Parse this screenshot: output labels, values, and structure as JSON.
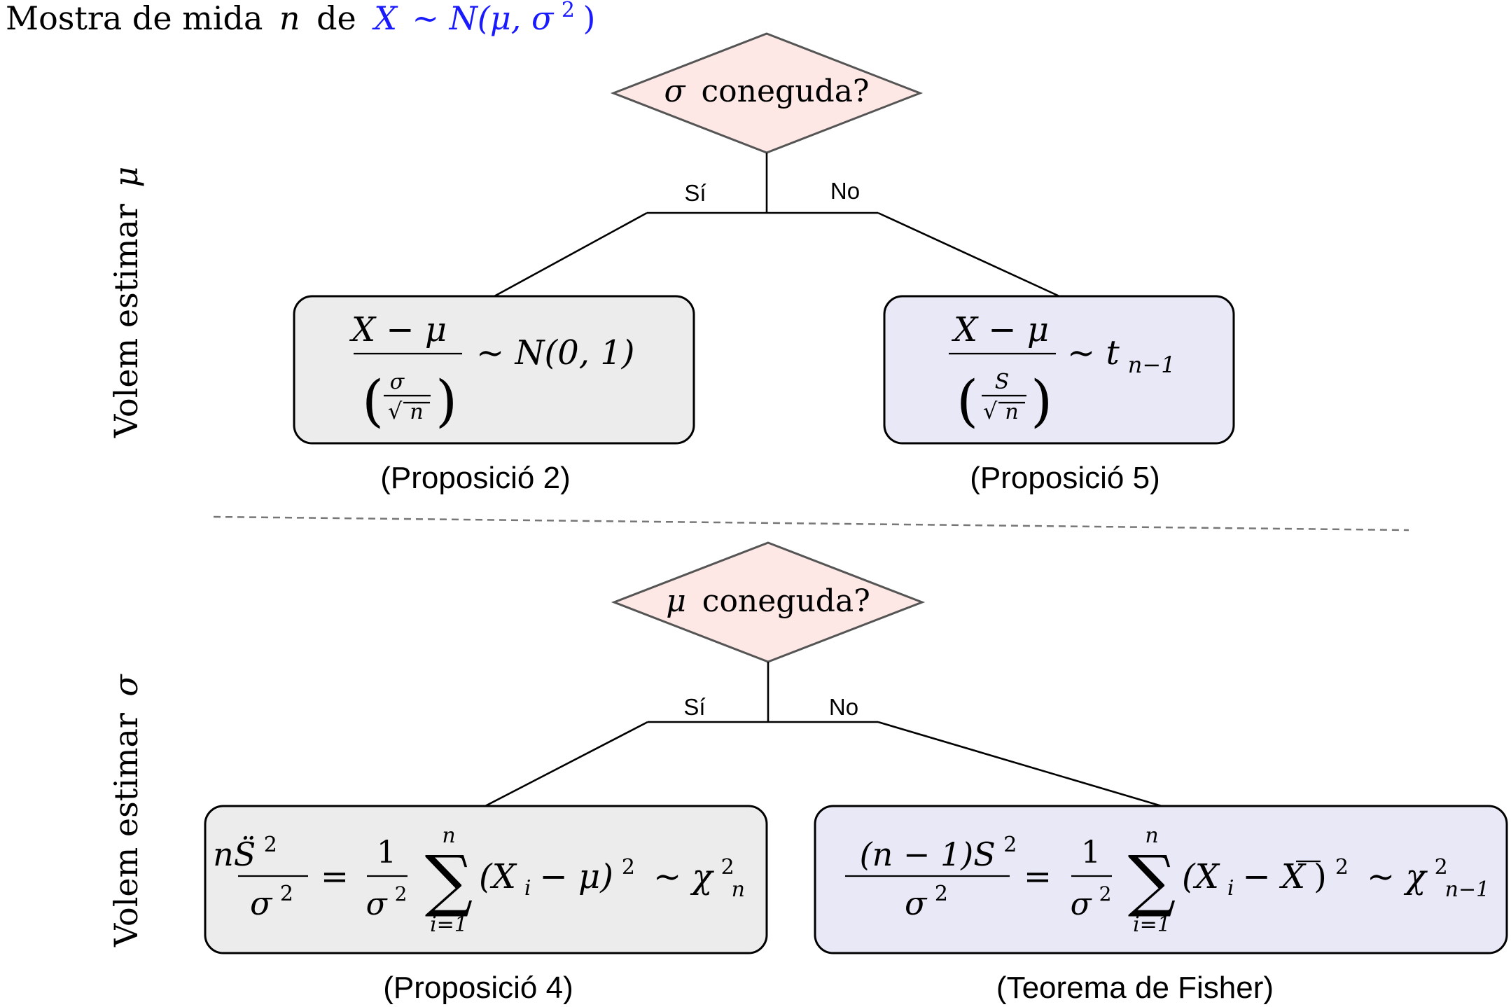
{
  "header": {
    "prefix": "Mostra de mida",
    "n": "n",
    "de": "de",
    "distribution_X": "X",
    "distribution_rest": "∼ N(μ, σ",
    "distribution_exp": "2",
    "distribution_close": ")"
  },
  "section_mu": {
    "side_label_text": "Volem estimar",
    "side_label_symbol": "μ",
    "decision_symbol": "σ",
    "decision_text": "coneguda?",
    "yes_label": "Sí",
    "no_label": "No",
    "left_caption": "(Proposició 2)",
    "right_caption": "(Proposició 5)",
    "left_formula": {
      "numerator": "X − μ",
      "inner_num": "σ",
      "inner_den": "n",
      "rhs": "∼ N(0, 1)"
    },
    "right_formula": {
      "numerator": "X − μ",
      "inner_num": "S",
      "inner_den": "n",
      "rhs": "∼ t",
      "rhs_sub": "n−1"
    }
  },
  "section_sigma": {
    "side_label_text": "Volem estimar",
    "side_label_symbol": "σ",
    "decision_symbol": "μ",
    "decision_text": "coneguda?",
    "yes_label": "Sí",
    "no_label": "No",
    "left_caption": "(Proposició 4)",
    "right_caption": "(Teorema de Fisher)",
    "left_formula": {
      "lhs_num": "nS̈",
      "lhs_num_exp": "2",
      "lhs_den": "σ",
      "lhs_den_exp": "2",
      "eq": "=",
      "one": "1",
      "sigma_den": "σ",
      "sigma_den_exp": "2",
      "sum_sym": "∑",
      "sum_top": "n",
      "sum_bottom": "i=1",
      "body": "(X",
      "body_sub": "i",
      "body_rest": " − μ)",
      "body_exp": "2",
      "rhs": "∼ χ",
      "rhs_sup": "2",
      "rhs_sub": "n"
    },
    "right_formula": {
      "lhs_num": "(n − 1)S",
      "lhs_num_exp": "2",
      "lhs_den": "σ",
      "lhs_den_exp": "2",
      "eq": "=",
      "one": "1",
      "sigma_den": "σ",
      "sigma_den_exp": "2",
      "sum_sym": "∑",
      "sum_top": "n",
      "sum_bottom": "i=1",
      "body": "(X",
      "body_sub": "i",
      "body_mid": " − ",
      "body_xbar": "X",
      "body_close": ")",
      "body_exp": "2",
      "rhs": "∼ χ",
      "rhs_sup": "2",
      "rhs_sub": "n−1"
    }
  },
  "colors": {
    "accent_blue": "#1a1aff",
    "diamond_fill": "#fde8e6",
    "grey_box": "#ececec",
    "blue_box": "#e8e8f6"
  }
}
